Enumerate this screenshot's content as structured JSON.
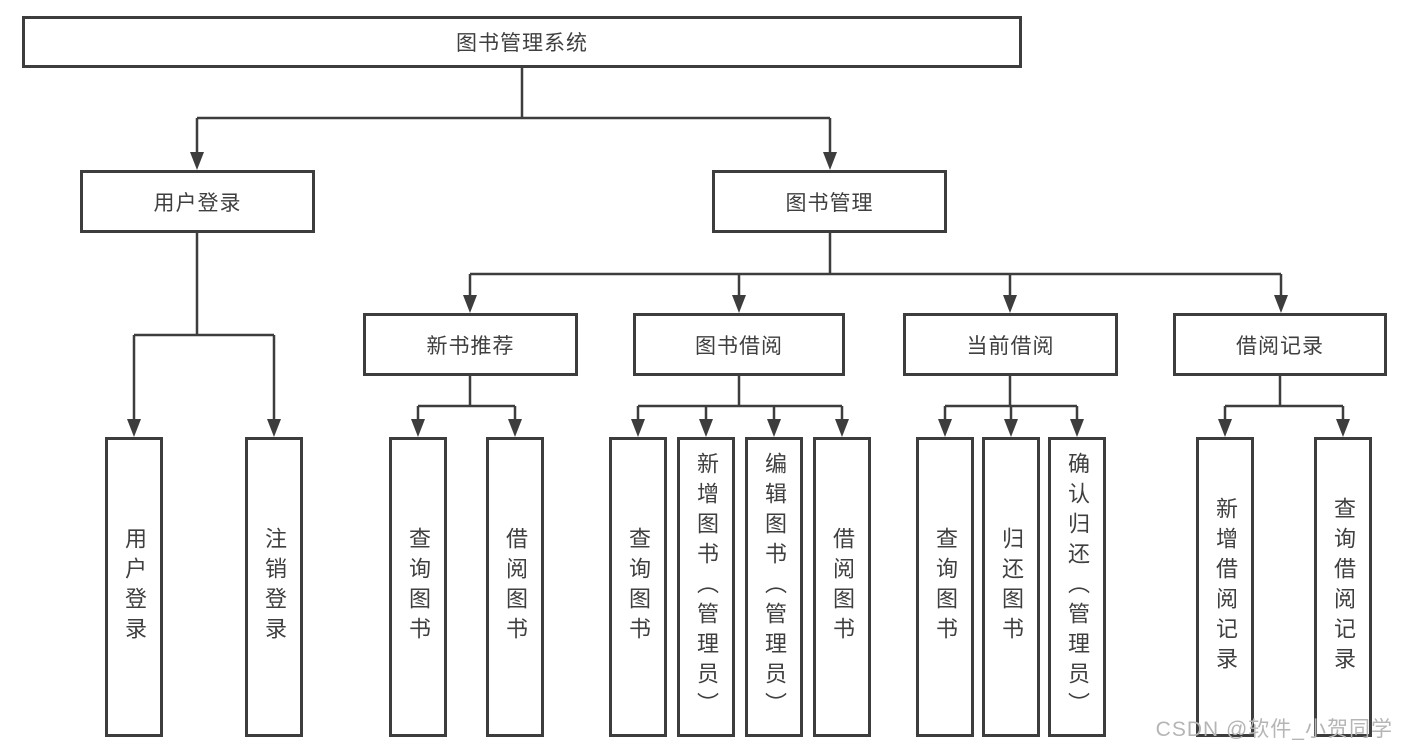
{
  "diagram": {
    "root": {
      "label": "图书管理系统"
    },
    "branches": [
      {
        "label": "用户登录",
        "children": [
          {
            "label": "用户登录"
          },
          {
            "label": "注销登录"
          }
        ]
      },
      {
        "label": "图书管理",
        "children": [
          {
            "label": "新书推荐",
            "children": [
              {
                "label": "查询图书"
              },
              {
                "label": "借阅图书"
              }
            ]
          },
          {
            "label": "图书借阅",
            "children": [
              {
                "label": "查询图书"
              },
              {
                "label": "新增图书（管理员）"
              },
              {
                "label": "编辑图书（管理员）"
              },
              {
                "label": "借阅图书"
              }
            ]
          },
          {
            "label": "当前借阅",
            "children": [
              {
                "label": "查询图书"
              },
              {
                "label": "归还图书"
              },
              {
                "label": "确认归还（管理员）"
              }
            ]
          },
          {
            "label": "借阅记录",
            "children": [
              {
                "label": "新增借阅记录"
              },
              {
                "label": "查询借阅记录"
              }
            ]
          }
        ]
      }
    ],
    "watermark": "CSDN @软件_小贺同学",
    "colors": {
      "line": "#3d3d3d",
      "text": "#3f3f3f",
      "box_background": "#ffffff",
      "watermark": "#b5b5b5",
      "background": "#ffffff"
    }
  }
}
